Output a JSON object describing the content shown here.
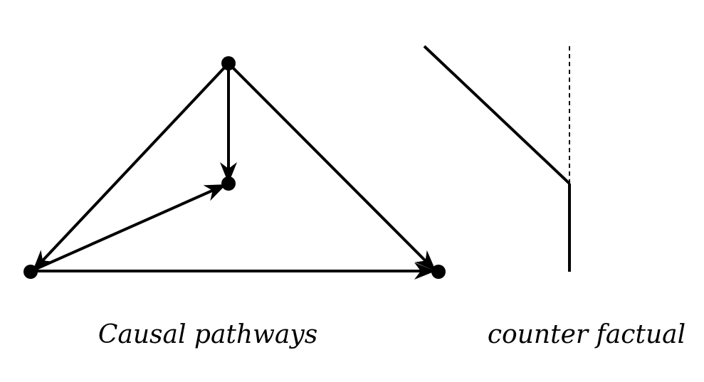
{
  "captions": {
    "left": "Causal pathways",
    "right": "counter factual"
  },
  "colors": {
    "ink": "#000000",
    "background": "#ffffff"
  },
  "diagram": {
    "node_count": 4,
    "edge_count": 5,
    "counterfactual_segments": 3
  }
}
